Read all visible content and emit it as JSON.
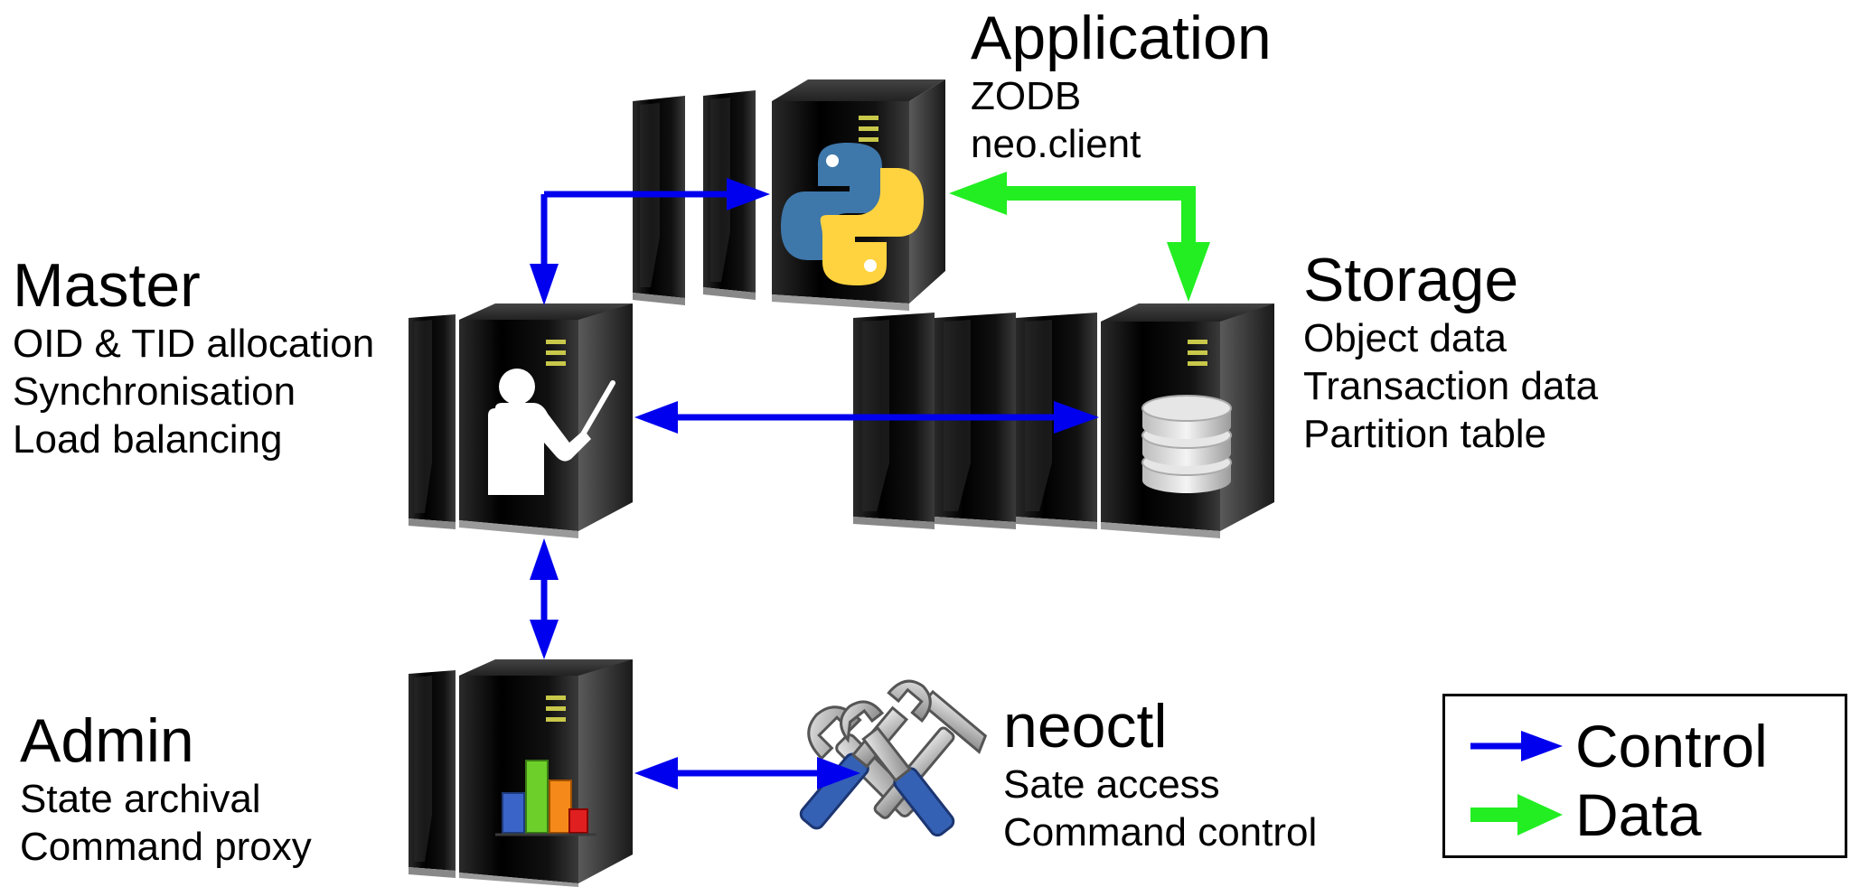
{
  "nodes": {
    "application": {
      "title": "Application",
      "lines": [
        "ZODB",
        "neo.client"
      ]
    },
    "master": {
      "title": "Master",
      "lines": [
        "OID & TID allocation",
        "Synchronisation",
        "Load balancing"
      ]
    },
    "storage": {
      "title": "Storage",
      "lines": [
        "Object data",
        "Transaction data",
        "Partition table"
      ]
    },
    "admin": {
      "title": "Admin",
      "lines": [
        "State archival",
        "Command proxy"
      ]
    },
    "neoctl": {
      "title": "neoctl",
      "lines": [
        "Sate access",
        "Command control"
      ]
    }
  },
  "legend": {
    "items": [
      {
        "label": "Control",
        "color": "#0000ee"
      },
      {
        "label": "Data",
        "color": "#22ee22"
      }
    ]
  },
  "colors": {
    "control": "#0000ee",
    "data": "#22ee22"
  },
  "icons": {
    "application": "python-logo-icon",
    "master": "teacher-pointer-icon",
    "storage": "database-stack-icon",
    "admin": "bar-chart-icon",
    "neoctl": "tools-icon"
  }
}
